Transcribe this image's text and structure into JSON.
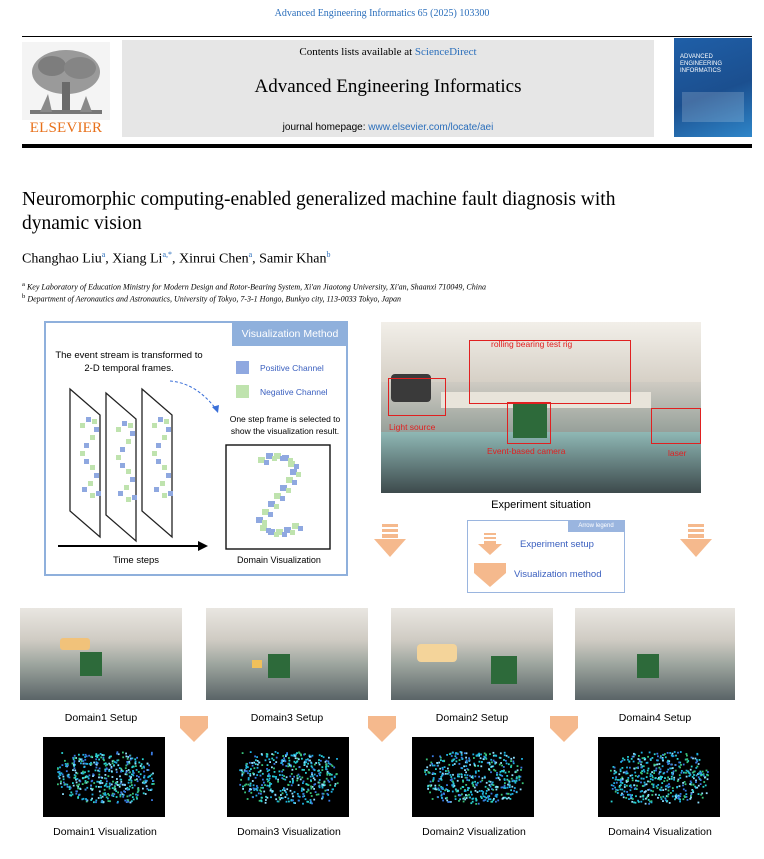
{
  "header": {
    "citation": "Advanced Engineering Informatics 65 (2025) 103300",
    "contents_prefix": "Contents lists available at ",
    "contents_link": "ScienceDirect",
    "journal_name": "Advanced Engineering Informatics",
    "homepage_prefix": "journal homepage: ",
    "homepage_link": "www.elsevier.com/locate/aei",
    "publisher": "ELSEVIER",
    "cover_title": "ADVANCED ENGINEERING INFORMATICS"
  },
  "article": {
    "title": "Neuromorphic computing-enabled generalized machine fault diagnosis with dynamic vision",
    "authors": [
      {
        "name": "Changhao Liu",
        "sup": "a"
      },
      {
        "name": "Xiang Li",
        "sup": "a,*"
      },
      {
        "name": "Xinrui Chen",
        "sup": "a"
      },
      {
        "name": "Samir Khan",
        "sup": "b"
      }
    ],
    "affiliations": [
      {
        "sup": "a",
        "text": "Key Laboratory of Education Ministry for Modern Design and Rotor-Bearing System, Xi'an Jiaotong University, Xi'an, Shaanxi 710049, China"
      },
      {
        "sup": "b",
        "text": "Department of Aeronautics and Astronautics, University of Tokyo, 7-3-1 Hongo, Bunkyo city, 113-0033 Tokyo, Japan"
      }
    ]
  },
  "figure": {
    "vis_panel": {
      "title": "Visualization Method",
      "description": "The event stream is transformed to 2-D temporal frames.",
      "positive_label": "Positive Channel",
      "negative_label": "Negative Channel",
      "positive_color": "#8fa8e0",
      "negative_color": "#bfe3ae",
      "step_note": "One step frame is selected to show the visualization result.",
      "time_label": "Time steps",
      "domain_label": "Domain Visualization"
    },
    "experiment": {
      "caption": "Experiment situation",
      "labels": {
        "rig": "rolling bearing test rig",
        "light": "Light source",
        "camera": "Event-based camera",
        "laser": "laser"
      }
    },
    "arrow_legend": {
      "title": "Arrow legend",
      "setup": "Experiment setup",
      "visualization": "Visualization method",
      "arrow_color": "#f5b98d"
    },
    "domains": [
      {
        "setup": "Domain1 Setup",
        "visualization": "Domain1 Visualization"
      },
      {
        "setup": "Domain3 Setup",
        "visualization": "Domain3  Visualization"
      },
      {
        "setup": "Domain2 Setup",
        "visualization": "Domain2 Visualization"
      },
      {
        "setup": "Domain4 Setup",
        "visualization": "Domain4 Visualization"
      }
    ]
  }
}
